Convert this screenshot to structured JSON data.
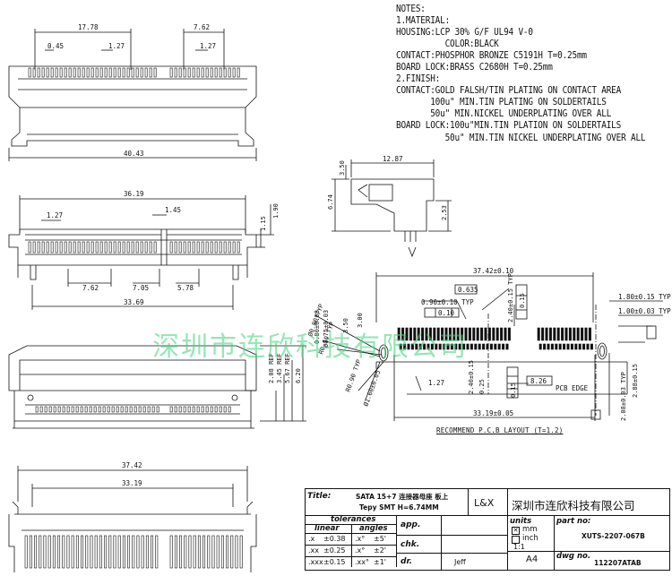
{
  "notes": [
    "NOTES:",
    "1.MATERIAL:",
    "HOUSING:LCP 30% G/F UL94 V-0",
    "          COLOR:BLACK",
    "CONTACT:PHOSPHOR BRONZE C5191H T=0.25mm",
    "BOARD LOCK:BRASS C2680H T=0.25mm",
    "2.FINISH:",
    "CONTACT:GOLD FALSH/TIN PLATING ON CONTACT AREA",
    "       100u\" MIN.TIN PLATING ON SOLDERTAILS",
    "       50u\" MIN.NICKEL UNDERPLATING OVER ALL",
    "BOARD LOCK:100u\"MIN.TIN PLATION ON SOLDERTAILS",
    "          50u\" MIN.TIN NICKEL UNDERPLATING OVER ALL"
  ],
  "watermark": "深圳市连欣科技有限公司",
  "dims": {
    "top_view": {
      "d1": "17.78",
      "d2": "7.62",
      "d3": "0.45",
      "d4": "1.27",
      "d5": "1.27",
      "d6": "40.43"
    },
    "front_view": {
      "d1": "36.19",
      "d2": "1.27",
      "d3": "1.45",
      "d4": "1.15",
      "d5": "1.90",
      "d6": "7.62",
      "d7": "7.05",
      "d8": "5.78",
      "d9": "33.69"
    },
    "side_view": {
      "d1": "2.08 REF",
      "d2": "3.45 REF",
      "d3": "5.67 REF",
      "d4": "6.20"
    },
    "bottom_view": {
      "d1": "37.42",
      "d2": "33.19"
    },
    "profile": {
      "d1": "12.87",
      "d2": "3.50",
      "d3": "6.74",
      "d4": "2.53"
    },
    "pcb": {
      "d1": "37.42±0.10",
      "d2": "0.90±0.10 TYP",
      "d3": "0.635",
      "d4": "0.10",
      "d5": "0.15",
      "d6": "2.40±0.15 TYP",
      "d7": "1.80±0.15 TYP",
      "d8": "1.00±0.03 TYP",
      "d9": "Ø0.80 TYP",
      "d10": "R0.50 TYP",
      "d11": "0.80±0.03",
      "d12": "Ø0.75±0.03",
      "d13": "3.50",
      "d14": "3.00",
      "d15": "1.27",
      "d16": "Ø1.60±0.05",
      "d17": "R0.90 TYP",
      "d18": "2.40±0.15",
      "d19": "0.15",
      "d20": "0.25",
      "d21": "8.26",
      "d22": "PCB EDGE",
      "d23": "33.19±0.05",
      "d24": "2.08±0.03 TYP",
      "d25": "2.88±0.15"
    },
    "pcb_caption": "RECOMMEND P.C.B LAYOUT (T=1.2)"
  },
  "titleblock": {
    "title_label": "Title:",
    "title_line1": "SATA 15+7 连接器母座 板上",
    "title_line2": "Tepy SMT H=6.74MM",
    "brand": "L&X",
    "company": "深圳市连欣科技有限公司",
    "tolerances": "tolerances",
    "linear": "linear",
    "angles": "angles",
    "tol_rows": [
      {
        "k": ".x",
        "v": "±0.38",
        "ak": ".x°",
        "av": "±5'"
      },
      {
        "k": ".xx",
        "v": "±0.25",
        "ak": ".x°",
        "av": "±2'"
      },
      {
        "k": ".xxx",
        "v": "±0.15",
        "ak": ".xx°",
        "av": "±1'"
      }
    ],
    "app": "app.",
    "chk": "chk.",
    "dr": "dr.",
    "dr_value": "Jeff",
    "units": "units",
    "unit_mm": "mm",
    "unit_inch": "inch",
    "scale": "1:1",
    "size": "A4",
    "part_no_label": "part no:",
    "part_no": "XUTS-2207-067B",
    "dwg_no_label": "dwg no.",
    "dwg_no": "112207ATAB"
  }
}
